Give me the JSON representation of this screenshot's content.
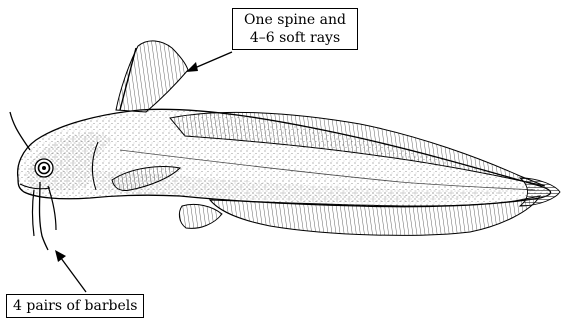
{
  "annotations": {
    "spine_line1": "One spine and",
    "spine_line2": "4–6 soft rays",
    "barbels": "4 pairs of barbels"
  },
  "colors": {
    "ink": "#000000",
    "paper": "#ffffff",
    "stipple": "#555555"
  }
}
